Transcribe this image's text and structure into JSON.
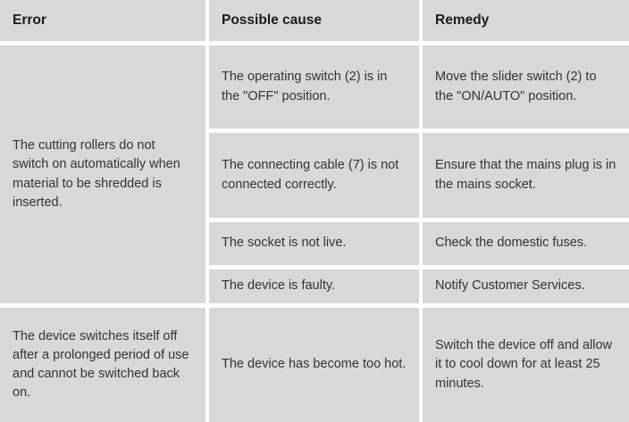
{
  "table": {
    "columns": [
      {
        "id": "error",
        "label": "Error"
      },
      {
        "id": "cause",
        "label": "Possible cause"
      },
      {
        "id": "remedy",
        "label": "Remedy"
      }
    ],
    "rows": [
      {
        "error": "The cutting rollers do not switch on automatically when material to be shredded is inserted.",
        "entries": [
          {
            "cause": "The operating switch (2) is in the \"OFF\" position.",
            "remedy": "Move the slider switch (2) to the \"ON/AUTO\" position."
          },
          {
            "cause": "The connecting cable (7) is not connected correctly.",
            "remedy": "Ensure that the mains plug is in the mains socket."
          },
          {
            "cause": "The socket is not live.",
            "remedy": "Check the domestic fuses."
          },
          {
            "cause": "The device is faulty.",
            "remedy": "Notify Customer Services."
          }
        ]
      },
      {
        "error": "The device switches itself off after a prolonged period of use and cannot be switched back on.",
        "entries": [
          {
            "cause": "The device has become too hot.",
            "remedy": "Switch the device off and allow it to cool down for at least 25 minutes."
          }
        ]
      }
    ]
  },
  "colors": {
    "cell_background": "#d8d8d8",
    "page_background": "#ffffff",
    "header_text": "#1b1b1b",
    "body_text": "#333333"
  }
}
